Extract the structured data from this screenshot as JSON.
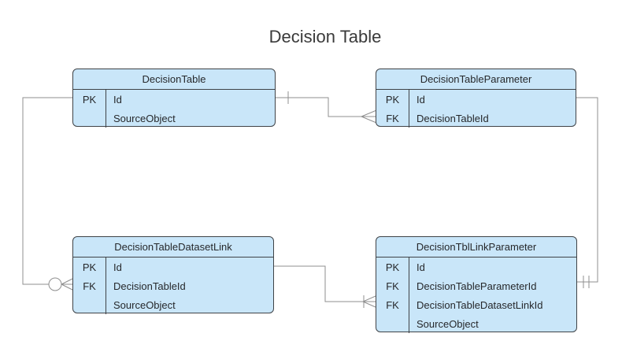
{
  "diagram": {
    "title": "Decision Table",
    "colors": {
      "entity_fill": "#c9e6f9",
      "entity_stroke": "#3f4347",
      "connector": "#8f8f8f",
      "background": "#ffffff",
      "text": "#26282b"
    }
  },
  "entities": [
    {
      "name": "DecisionTable",
      "rows": [
        {
          "key": "PK",
          "field": "Id"
        },
        {
          "key": "",
          "field": "SourceObject"
        }
      ]
    },
    {
      "name": "DecisionTableParameter",
      "rows": [
        {
          "key": "PK",
          "field": "Id"
        },
        {
          "key": "FK",
          "field": "DecisionTableId"
        }
      ]
    },
    {
      "name": "DecisionTableDatasetLink",
      "rows": [
        {
          "key": "PK",
          "field": "Id"
        },
        {
          "key": "FK",
          "field": "DecisionTableId"
        },
        {
          "key": "",
          "field": "SourceObject"
        }
      ]
    },
    {
      "name": "DecisionTblLinkParameter",
      "rows": [
        {
          "key": "PK",
          "field": "Id"
        },
        {
          "key": "FK",
          "field": "DecisionTableParameterId"
        },
        {
          "key": "FK",
          "field": "DecisionTableDatasetLinkId"
        },
        {
          "key": "",
          "field": "SourceObject"
        }
      ]
    }
  ],
  "relationships": [
    {
      "from": "DecisionTable.Id",
      "to": "DecisionTableParameter.DecisionTableId",
      "from_marker": "one",
      "to_marker": "many"
    },
    {
      "from": "DecisionTable.Id",
      "to": "DecisionTableDatasetLink.DecisionTableId",
      "from_marker": "none",
      "to_marker": "zero-or-many"
    },
    {
      "from": "DecisionTableDatasetLink.Id",
      "to": "DecisionTblLinkParameter.DecisionTableDatasetLinkId",
      "from_marker": "none",
      "to_marker": "one-or-many"
    },
    {
      "from": "DecisionTableParameter.Id",
      "to": "DecisionTblLinkParameter.DecisionTableParameterId",
      "from_marker": "none",
      "to_marker": "one-and-only-one"
    }
  ]
}
